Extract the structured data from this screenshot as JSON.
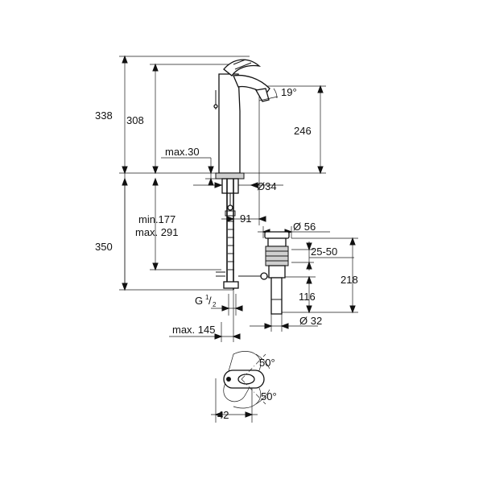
{
  "dimensions": {
    "total_height": "338",
    "spout_height": "308",
    "outlet_height": "246",
    "spout_angle": "19°",
    "max_deck_thickness": "max.30",
    "deck_hole_diameter": "Ø34",
    "hose_min": "min.177",
    "hose_max": "max. 291",
    "below_deck": "350",
    "spout_reach": "91",
    "waste_top_diameter": "Ø 56",
    "waste_range": "25-50",
    "waste_depth": "218",
    "waste_lower": "116",
    "waste_outlet_diameter": "Ø 32",
    "connection_thread": "G",
    "connection_thread_sup": "1",
    "connection_thread_sub": "2",
    "max_offset": "max. 145",
    "rotation_upper": "50°",
    "rotation_lower": "50°",
    "lever_offset": "42"
  }
}
